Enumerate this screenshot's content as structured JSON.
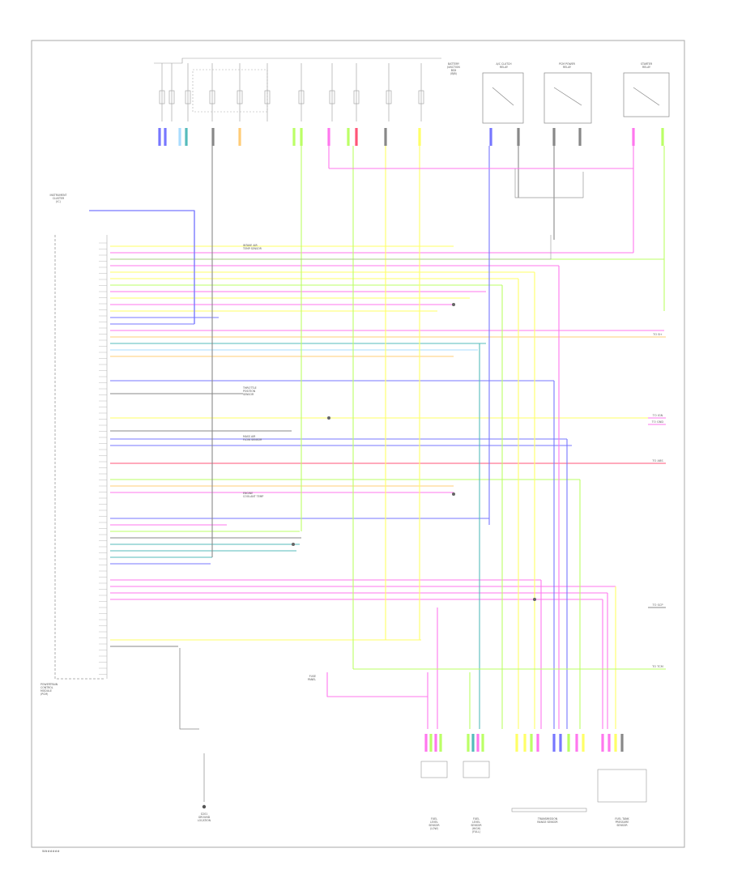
{
  "diagram": {
    "footer_code": "W######",
    "frame_color": "#aaaaaa",
    "wire_colors": {
      "yellow": "#ffff66",
      "pink": "#ff77ee",
      "green": "#bbff66",
      "blue": "#7777ff",
      "orange": "#ffcc77",
      "red": "#ff5577",
      "teal": "#55bbbb",
      "gray": "#888888",
      "lightblue": "#aaddff"
    },
    "module_label": [
      "POWERTRAIN",
      "CONTROL",
      "MODULE",
      "(PCM)"
    ],
    "module_top_label": [
      "INSTRUMENT",
      "CLUSTER",
      "(IC)"
    ],
    "left_fuse_label": [
      "FUSE",
      "PANEL"
    ],
    "ground_label": [
      "G201",
      "GROUND",
      "LOCATION"
    ],
    "bottom_components": [
      {
        "lines": [
          "FUEL",
          "LEVEL",
          "SENSOR",
          "(LOW)"
        ]
      },
      {
        "lines": [
          "FUEL",
          "LEVEL",
          "SENSOR",
          "(HIGH)",
          "(FULL)"
        ]
      },
      {
        "lines": [
          "TRANSMISSION",
          "RANGE SENSOR"
        ]
      },
      {
        "lines": [
          "FUEL TANK",
          "PRESSURE",
          "SENSOR"
        ]
      }
    ],
    "top_components": [
      {
        "lines": [
          "BATTERY",
          "JUNCTION",
          "BOX",
          "(BJB)"
        ]
      },
      {
        "lines": [
          "A/C CLUTCH",
          "RELAY"
        ]
      },
      {
        "lines": [
          "PCM POWER",
          "RELAY"
        ]
      },
      {
        "lines": [
          "STARTER",
          "RELAY"
        ]
      }
    ],
    "mid_components": [
      {
        "lines": [
          "INTAKE AIR",
          "TEMP SENSOR"
        ]
      },
      {
        "lines": [
          "THROTTLE",
          "POSITION",
          "SENSOR"
        ]
      },
      {
        "lines": [
          "MASS AIR",
          "FLOW SENSOR"
        ]
      },
      {
        "lines": [
          "ENGINE",
          "COOLANT TEMP"
        ]
      }
    ],
    "edge_labels": [
      "TO B+",
      "TO IGN",
      "TO GND",
      "TO ABS",
      "TO SCP",
      "TO TCM"
    ]
  }
}
